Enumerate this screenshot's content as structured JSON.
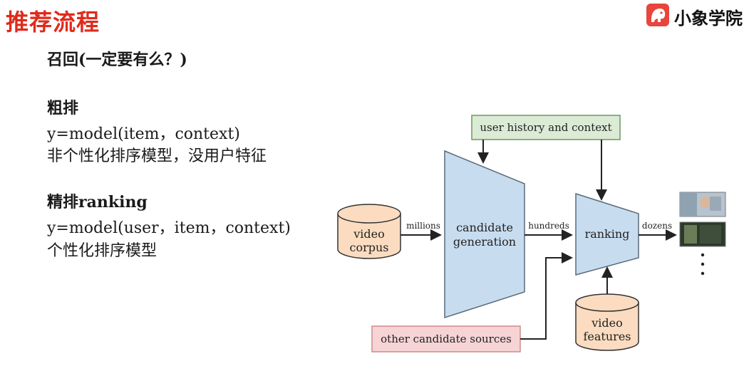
{
  "title": "推荐流程",
  "logo": {
    "text": "小象学院"
  },
  "content": {
    "recall": "召回(一定要有么？)",
    "coarse_heading": "粗排",
    "coarse_formula": "y=model(item，context)",
    "coarse_desc": "非个性化排序模型，没用户特征",
    "fine_heading": "精排ranking",
    "fine_formula": "y=model(user，item，context)",
    "fine_desc": "个性化排序模型"
  },
  "diagram": {
    "user_history": "user history and context",
    "video_corpus": [
      "video",
      "corpus"
    ],
    "millions": "millions",
    "candidate_generation": [
      "candidate",
      "generation"
    ],
    "hundreds": "hundreds",
    "ranking": "ranking",
    "dozens": "dozens",
    "other_sources": "other candidate sources",
    "video_features": [
      "video",
      "features"
    ],
    "colors": {
      "user_history_fill": "#dcebd5",
      "user_history_stroke": "#6a9a5c",
      "cylinder_fill": "#fbdcc0",
      "funnel_fill": "#c8dcef",
      "other_sources_fill": "#f6d4d6",
      "other_sources_stroke": "#cf8a8e"
    }
  }
}
